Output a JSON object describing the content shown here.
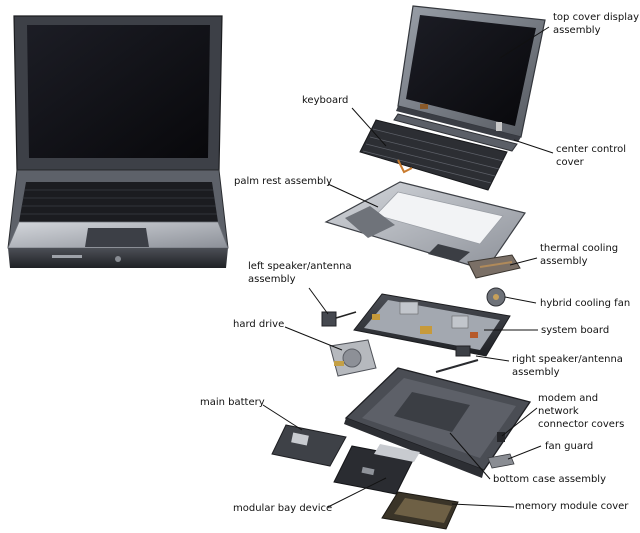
{
  "labels": {
    "top_cover": "top cover display\nassembly",
    "keyboard": "keyboard",
    "center_control": "center control\ncover",
    "palm_rest": "palm rest assembly",
    "thermal": "thermal cooling\nassembly",
    "left_speaker": "left speaker/antenna\nassembly",
    "hybrid_fan": "hybrid cooling fan",
    "hard_drive": "hard drive",
    "system_board": "system board",
    "right_speaker": "right speaker/antenna\nassembly",
    "main_battery": "main battery",
    "modem": "modem and network\nconnector covers",
    "fan_guard": "fan guard",
    "bottom_case": "bottom case assembly",
    "modular_bay": "modular bay device",
    "memory_cover": "memory module cover"
  },
  "colors": {
    "metal_dark": "#2b2d33",
    "metal_mid": "#6c7079",
    "metal_light": "#c9ccd2",
    "board": "#9aa0a8",
    "screen": "#15161c"
  }
}
